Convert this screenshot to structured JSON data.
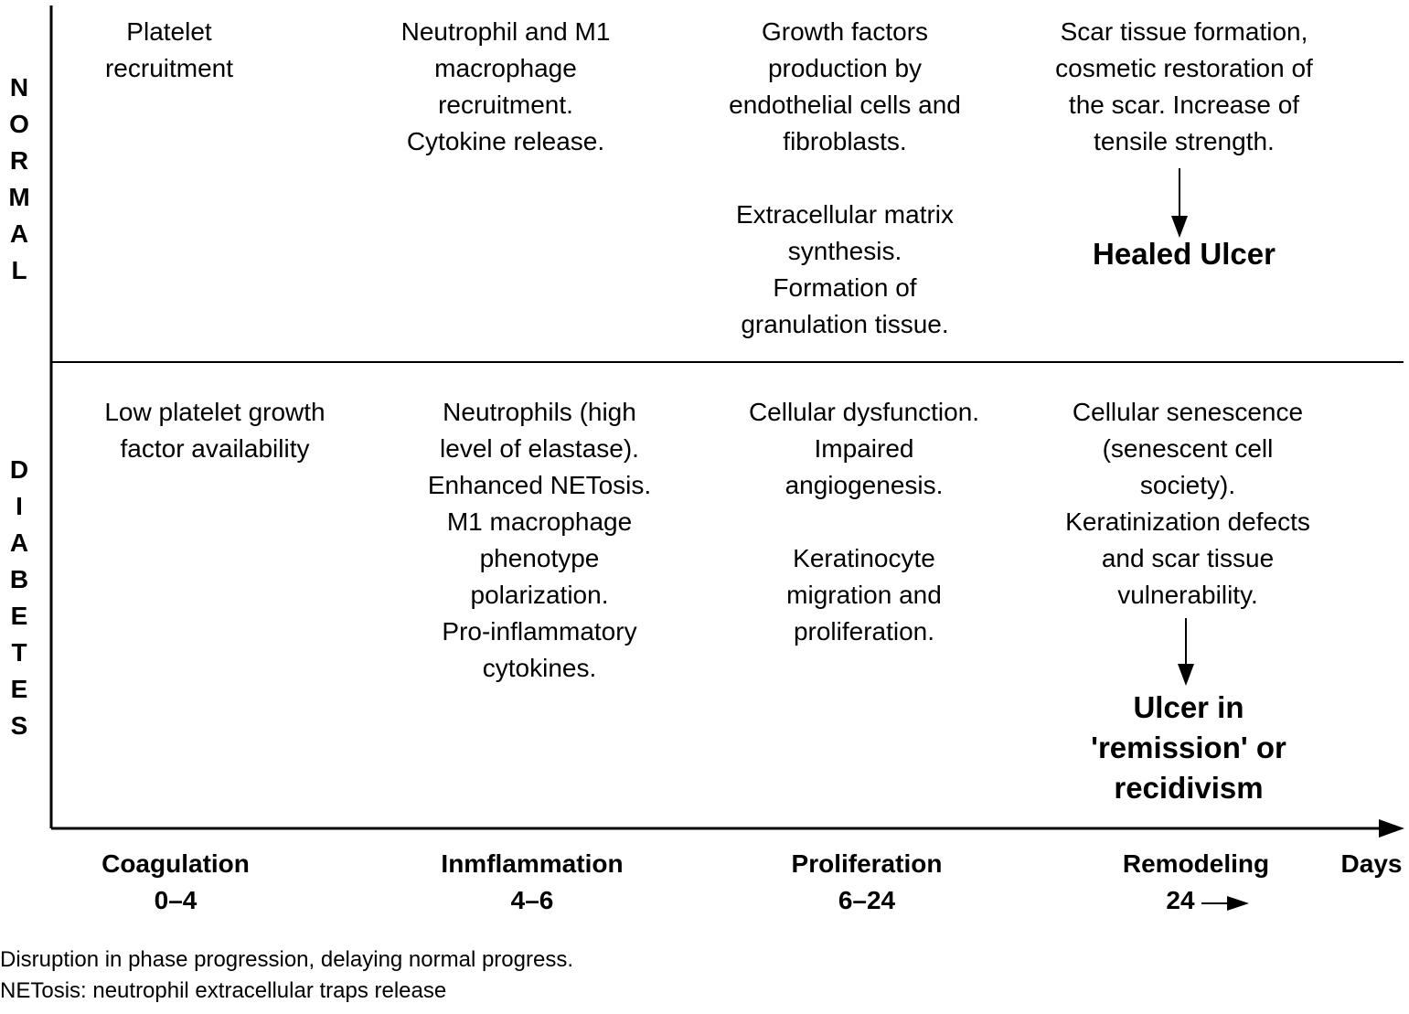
{
  "rows": {
    "normal": {
      "label": "NORMAL",
      "coagulation": [
        "Platelet",
        "recruitment"
      ],
      "inflammation": [
        "Neutrophil and M1",
        "macrophage",
        "recruitment.",
        "Cytokine release."
      ],
      "proliferation": {
        "block1": [
          "Growth factors",
          "production by",
          "endothelial cells and",
          "fibroblasts."
        ],
        "block2": [
          "Extracellular matrix",
          "synthesis.",
          "Formation of",
          "granulation tissue."
        ]
      },
      "remodeling": [
        "Scar tissue formation,",
        "cosmetic restoration of",
        "the scar. Increase of",
        "tensile strength."
      ],
      "outcome": [
        "Healed Ulcer"
      ]
    },
    "diabetes": {
      "label": "DIABETES",
      "coagulation": [
        "Low platelet growth",
        "factor availability"
      ],
      "inflammation": [
        "Neutrophils (high",
        "level of elastase).",
        "Enhanced NETosis.",
        "M1 macrophage",
        "phenotype",
        "polarization.",
        "Pro-inflammatory",
        "cytokines."
      ],
      "proliferation": {
        "block1": [
          "Cellular dysfunction.",
          "Impaired",
          "angiogenesis."
        ],
        "block2": [
          "Keratinocyte",
          "migration and",
          "proliferation."
        ]
      },
      "remodeling": [
        "Cellular senescence",
        "(senescent cell",
        "society).",
        "Keratinization defects",
        "and scar tissue",
        "vulnerability."
      ],
      "outcome": [
        "Ulcer in",
        "'remission' or",
        "recidivism"
      ]
    }
  },
  "phases": [
    {
      "name": "Coagulation",
      "days": "0–4"
    },
    {
      "name": "Inmflammation",
      "days": "4–6"
    },
    {
      "name": "Proliferation",
      "days": "6–24"
    },
    {
      "name": "Remodeling",
      "days": "24"
    }
  ],
  "axis_label": "Days",
  "footnotes": [
    "Disruption in phase progression, delaying normal progress.",
    "NETosis: neutrophil extracellular traps release"
  ]
}
